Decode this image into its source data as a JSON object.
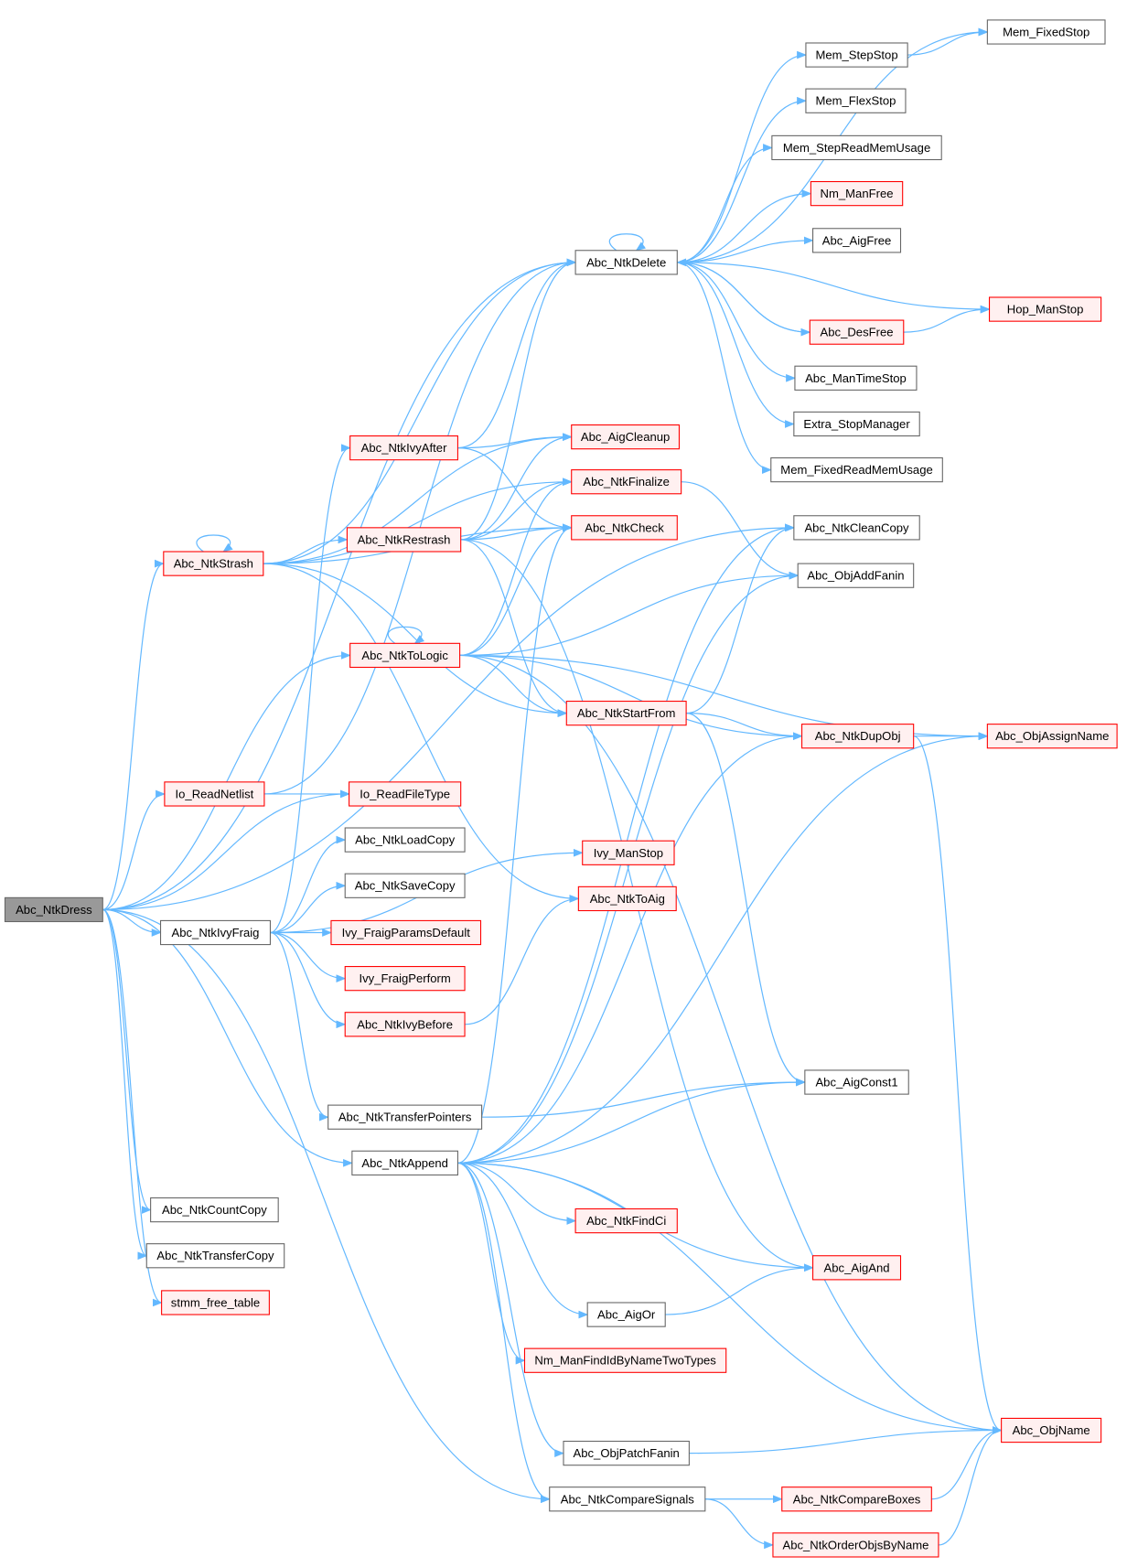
{
  "title": "Abc_NtkDress call graph",
  "colors": {
    "edge": "#63b8ff",
    "red_border": "#ff0000",
    "red_fill": "#fff0f0",
    "root_fill": "#999999"
  },
  "nodes": [
    {
      "id": "dress",
      "label": "Abc_NtkDress",
      "style": "root"
    },
    {
      "id": "delete",
      "label": "Abc_NtkDelete",
      "style": "normal"
    },
    {
      "id": "memfixedstop",
      "label": "Mem_FixedStop",
      "style": "normal"
    },
    {
      "id": "memstepstop",
      "label": "Mem_StepStop",
      "style": "normal"
    },
    {
      "id": "memflexstop",
      "label": "Mem_FlexStop",
      "style": "normal"
    },
    {
      "id": "memstepread",
      "label": "Mem_StepReadMemUsage",
      "style": "normal"
    },
    {
      "id": "nmmanfree",
      "label": "Nm_ManFree",
      "style": "red"
    },
    {
      "id": "aigfree",
      "label": "Abc_AigFree",
      "style": "normal"
    },
    {
      "id": "hopmanstop",
      "label": "Hop_ManStop",
      "style": "red"
    },
    {
      "id": "desfree",
      "label": "Abc_DesFree",
      "style": "red"
    },
    {
      "id": "mantimestop",
      "label": "Abc_ManTimeStop",
      "style": "normal"
    },
    {
      "id": "extrastop",
      "label": "Extra_StopManager",
      "style": "normal"
    },
    {
      "id": "memfixedread",
      "label": "Mem_FixedReadMemUsage",
      "style": "normal"
    },
    {
      "id": "aigcleanup",
      "label": "Abc_AigCleanup",
      "style": "red"
    },
    {
      "id": "ivyafter",
      "label": "Abc_NtkIvyAfter",
      "style": "red"
    },
    {
      "id": "finalize",
      "label": "Abc_NtkFinalize",
      "style": "red"
    },
    {
      "id": "check",
      "label": "Abc_NtkCheck",
      "style": "red"
    },
    {
      "id": "cleancopy",
      "label": "Abc_NtkCleanCopy",
      "style": "normal"
    },
    {
      "id": "restrash",
      "label": "Abc_NtkRestrash",
      "style": "red"
    },
    {
      "id": "strash",
      "label": "Abc_NtkStrash",
      "style": "red"
    },
    {
      "id": "addfanin",
      "label": "Abc_ObjAddFanin",
      "style": "normal"
    },
    {
      "id": "tologic",
      "label": "Abc_NtkToLogic",
      "style": "red"
    },
    {
      "id": "startfrom",
      "label": "Abc_NtkStartFrom",
      "style": "red"
    },
    {
      "id": "dupobj",
      "label": "Abc_NtkDupObj",
      "style": "red"
    },
    {
      "id": "assignname",
      "label": "Abc_ObjAssignName",
      "style": "red"
    },
    {
      "id": "readnetlist",
      "label": "Io_ReadNetlist",
      "style": "red"
    },
    {
      "id": "readfiletype",
      "label": "Io_ReadFileType",
      "style": "red"
    },
    {
      "id": "loadcopy",
      "label": "Abc_NtkLoadCopy",
      "style": "normal"
    },
    {
      "id": "savecopy",
      "label": "Abc_NtkSaveCopy",
      "style": "normal"
    },
    {
      "id": "ivymanstop",
      "label": "Ivy_ManStop",
      "style": "red"
    },
    {
      "id": "toaig",
      "label": "Abc_NtkToAig",
      "style": "red"
    },
    {
      "id": "ivyfraig",
      "label": "Abc_NtkIvyFraig",
      "style": "normal"
    },
    {
      "id": "fraigparams",
      "label": "Ivy_FraigParamsDefault",
      "style": "red"
    },
    {
      "id": "fraigperform",
      "label": "Ivy_FraigPerform",
      "style": "red"
    },
    {
      "id": "ivybefore",
      "label": "Abc_NtkIvyBefore",
      "style": "red"
    },
    {
      "id": "transferptrs",
      "label": "Abc_NtkTransferPointers",
      "style": "normal"
    },
    {
      "id": "aigconst1",
      "label": "Abc_AigConst1",
      "style": "normal"
    },
    {
      "id": "append",
      "label": "Abc_NtkAppend",
      "style": "normal"
    },
    {
      "id": "countcopy",
      "label": "Abc_NtkCountCopy",
      "style": "normal"
    },
    {
      "id": "findci",
      "label": "Abc_NtkFindCi",
      "style": "red"
    },
    {
      "id": "transfercopy",
      "label": "Abc_NtkTransferCopy",
      "style": "normal"
    },
    {
      "id": "aigand",
      "label": "Abc_AigAnd",
      "style": "red"
    },
    {
      "id": "stmmfree",
      "label": "stmm_free_table",
      "style": "red"
    },
    {
      "id": "aigor",
      "label": "Abc_AigOr",
      "style": "normal"
    },
    {
      "id": "nmfind",
      "label": "Nm_ManFindIdByNameTwoTypes",
      "style": "red"
    },
    {
      "id": "objname",
      "label": "Abc_ObjName",
      "style": "red"
    },
    {
      "id": "patchfanin",
      "label": "Abc_ObjPatchFanin",
      "style": "normal"
    },
    {
      "id": "comparesignals",
      "label": "Abc_NtkCompareSignals",
      "style": "normal"
    },
    {
      "id": "compareboxes",
      "label": "Abc_NtkCompareBoxes",
      "style": "red"
    },
    {
      "id": "orderobjs",
      "label": "Abc_NtkOrderObjsByName",
      "style": "red"
    }
  ],
  "edges": [
    [
      "dress",
      "delete"
    ],
    [
      "dress",
      "strash"
    ],
    [
      "dress",
      "cleancopy"
    ],
    [
      "dress",
      "readnetlist"
    ],
    [
      "dress",
      "readfiletype"
    ],
    [
      "dress",
      "tologic"
    ],
    [
      "dress",
      "ivyfraig"
    ],
    [
      "dress",
      "append"
    ],
    [
      "dress",
      "countcopy"
    ],
    [
      "dress",
      "transfercopy"
    ],
    [
      "dress",
      "stmmfree"
    ],
    [
      "dress",
      "comparesignals"
    ],
    [
      "delete",
      "delete"
    ],
    [
      "delete",
      "memfixedstop"
    ],
    [
      "delete",
      "memstepstop"
    ],
    [
      "delete",
      "memflexstop"
    ],
    [
      "delete",
      "memstepread"
    ],
    [
      "delete",
      "nmmanfree"
    ],
    [
      "delete",
      "aigfree"
    ],
    [
      "delete",
      "hopmanstop"
    ],
    [
      "delete",
      "desfree"
    ],
    [
      "delete",
      "mantimestop"
    ],
    [
      "delete",
      "extrastop"
    ],
    [
      "delete",
      "memfixedread"
    ],
    [
      "memstepstop",
      "memfixedstop"
    ],
    [
      "desfree",
      "hopmanstop"
    ],
    [
      "desfree",
      "delete"
    ],
    [
      "strash",
      "strash"
    ],
    [
      "strash",
      "delete"
    ],
    [
      "strash",
      "aigcleanup"
    ],
    [
      "strash",
      "finalize"
    ],
    [
      "strash",
      "check"
    ],
    [
      "strash",
      "restrash"
    ],
    [
      "strash",
      "startfrom"
    ],
    [
      "strash",
      "toaig"
    ],
    [
      "ivyafter",
      "aigcleanup"
    ],
    [
      "ivyafter",
      "check"
    ],
    [
      "ivyafter",
      "delete"
    ],
    [
      "restrash",
      "delete"
    ],
    [
      "restrash",
      "aigcleanup"
    ],
    [
      "restrash",
      "finalize"
    ],
    [
      "restrash",
      "check"
    ],
    [
      "restrash",
      "startfrom"
    ],
    [
      "restrash",
      "aigand"
    ],
    [
      "finalize",
      "addfanin"
    ],
    [
      "tologic",
      "tologic"
    ],
    [
      "tologic",
      "finalize"
    ],
    [
      "tologic",
      "check"
    ],
    [
      "tologic",
      "addfanin"
    ],
    [
      "tologic",
      "assignname"
    ],
    [
      "tologic",
      "dupobj"
    ],
    [
      "tologic",
      "startfrom"
    ],
    [
      "tologic",
      "objname"
    ],
    [
      "startfrom",
      "cleancopy"
    ],
    [
      "startfrom",
      "dupobj"
    ],
    [
      "startfrom",
      "aigconst1"
    ],
    [
      "dupobj",
      "assignname"
    ],
    [
      "dupobj",
      "objname"
    ],
    [
      "readnetlist",
      "readfiletype"
    ],
    [
      "readnetlist",
      "delete"
    ],
    [
      "ivyfraig",
      "ivyafter"
    ],
    [
      "ivyfraig",
      "loadcopy"
    ],
    [
      "ivyfraig",
      "savecopy"
    ],
    [
      "ivyfraig",
      "fraigparams"
    ],
    [
      "ivyfraig",
      "fraigperform"
    ],
    [
      "ivyfraig",
      "ivybefore"
    ],
    [
      "ivyfraig",
      "transferptrs"
    ],
    [
      "ivyfraig",
      "ivymanstop"
    ],
    [
      "ivybefore",
      "toaig"
    ],
    [
      "transferptrs",
      "aigconst1"
    ],
    [
      "append",
      "check"
    ],
    [
      "append",
      "cleancopy"
    ],
    [
      "append",
      "addfanin"
    ],
    [
      "append",
      "dupobj"
    ],
    [
      "append",
      "aigconst1"
    ],
    [
      "append",
      "assignname"
    ],
    [
      "append",
      "findci"
    ],
    [
      "append",
      "aigand"
    ],
    [
      "append",
      "aigor"
    ],
    [
      "append",
      "nmfind"
    ],
    [
      "append",
      "objname"
    ],
    [
      "append",
      "patchfanin"
    ],
    [
      "append",
      "comparesignals"
    ],
    [
      "aigor",
      "aigand"
    ],
    [
      "patchfanin",
      "objname"
    ],
    [
      "comparesignals",
      "compareboxes"
    ],
    [
      "comparesignals",
      "orderobjs"
    ],
    [
      "compareboxes",
      "objname"
    ],
    [
      "orderobjs",
      "objname"
    ]
  ]
}
